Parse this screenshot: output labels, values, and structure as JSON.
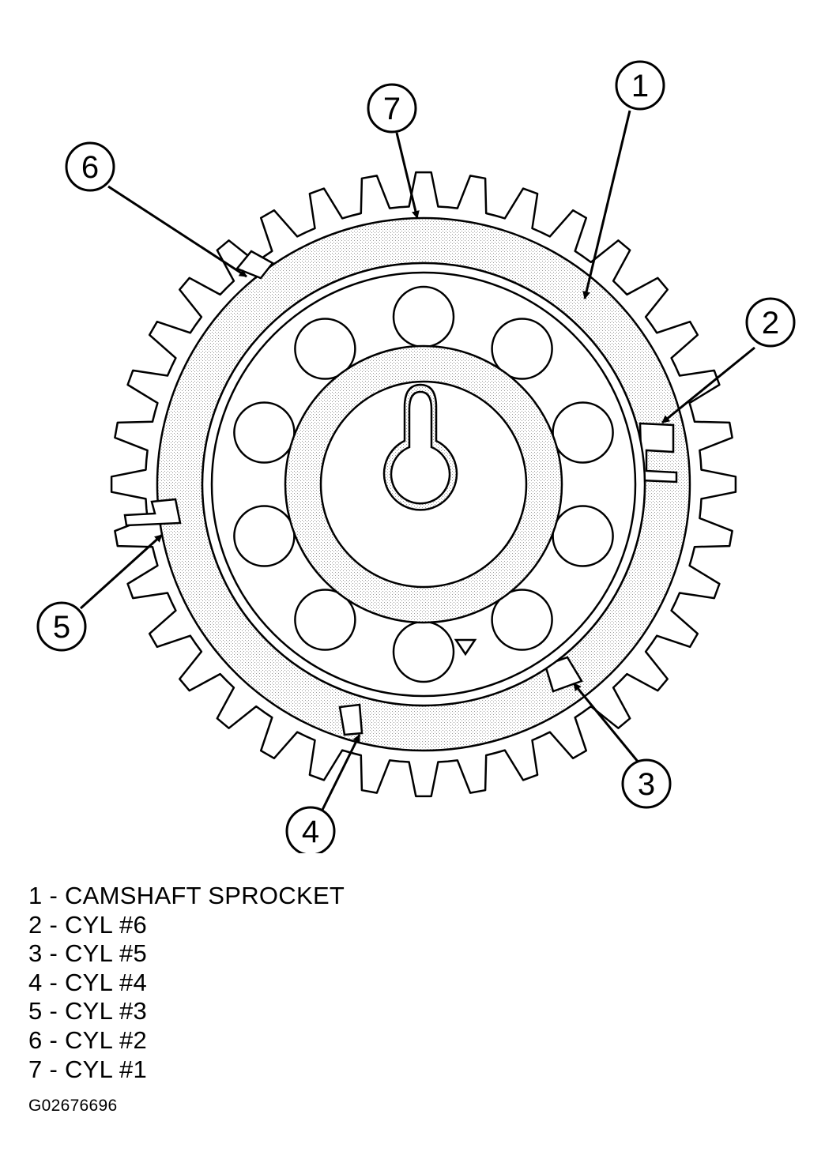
{
  "diagram": {
    "callouts": [
      "1",
      "2",
      "3",
      "4",
      "5",
      "6",
      "7"
    ],
    "tooth_count": 36,
    "bolt_hole_count": 10
  },
  "legend": [
    {
      "number": "1",
      "label": "CAMSHAFT SPROCKET",
      "text": "1 - CAMSHAFT SPROCKET"
    },
    {
      "number": "2",
      "label": "CYL #6",
      "text": "2 - CYL #6"
    },
    {
      "number": "3",
      "label": "CYL #5",
      "text": "3 - CYL #5"
    },
    {
      "number": "4",
      "label": "CYL #4",
      "text": "4 - CYL #4"
    },
    {
      "number": "5",
      "label": "CYL #3",
      "text": "5 - CYL #3"
    },
    {
      "number": "6",
      "label": "CYL #2",
      "text": "6 - CYL #2"
    },
    {
      "number": "7",
      "label": "CYL #1",
      "text": "7 - CYL #1"
    }
  ],
  "figure_id": "G02676696"
}
